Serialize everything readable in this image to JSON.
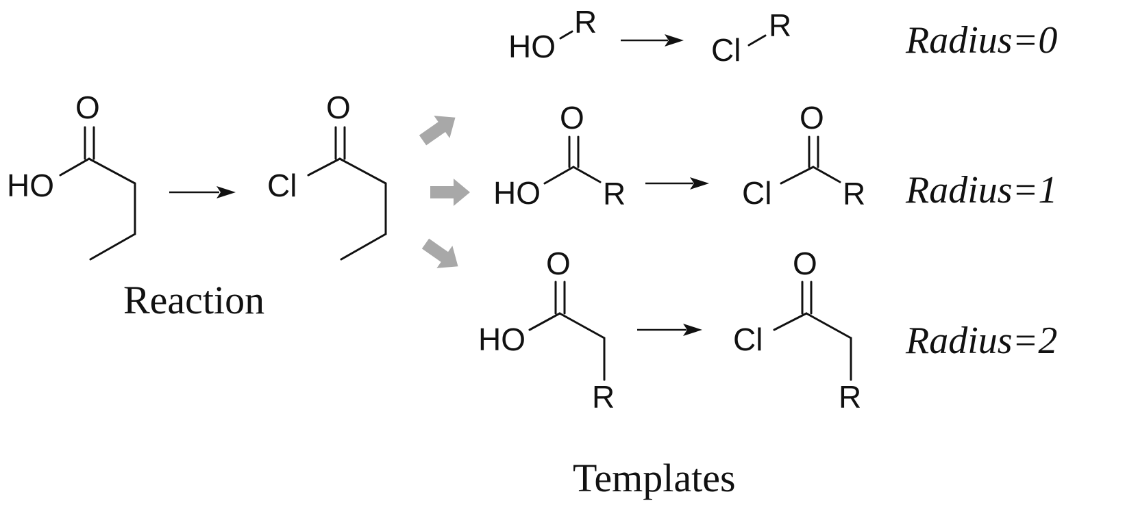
{
  "reaction": {
    "caption": "Reaction",
    "reactant": {
      "hydroxyl": "HO",
      "oxygen": "O"
    },
    "product": {
      "chlorine": "Cl",
      "oxygen": "O"
    }
  },
  "templates": {
    "caption": "Templates",
    "rows": [
      {
        "radius_label": "Radius=0",
        "reactant": {
          "hydroxyl": "HO",
          "r_group": "R"
        },
        "product": {
          "chlorine": "Cl",
          "r_group": "R"
        }
      },
      {
        "radius_label": "Radius=1",
        "reactant": {
          "hydroxyl": "HO",
          "oxygen": "O",
          "r_group": "R"
        },
        "product": {
          "chlorine": "Cl",
          "oxygen": "O",
          "r_group": "R"
        }
      },
      {
        "radius_label": "Radius=2",
        "reactant": {
          "hydroxyl": "HO",
          "oxygen": "O",
          "r_group": "R"
        },
        "product": {
          "chlorine": "Cl",
          "oxygen": "O",
          "r_group": "R"
        }
      }
    ]
  },
  "colors": {
    "ink": "#111111",
    "branch_arrow": "#a8a8a8",
    "background": "#ffffff"
  }
}
